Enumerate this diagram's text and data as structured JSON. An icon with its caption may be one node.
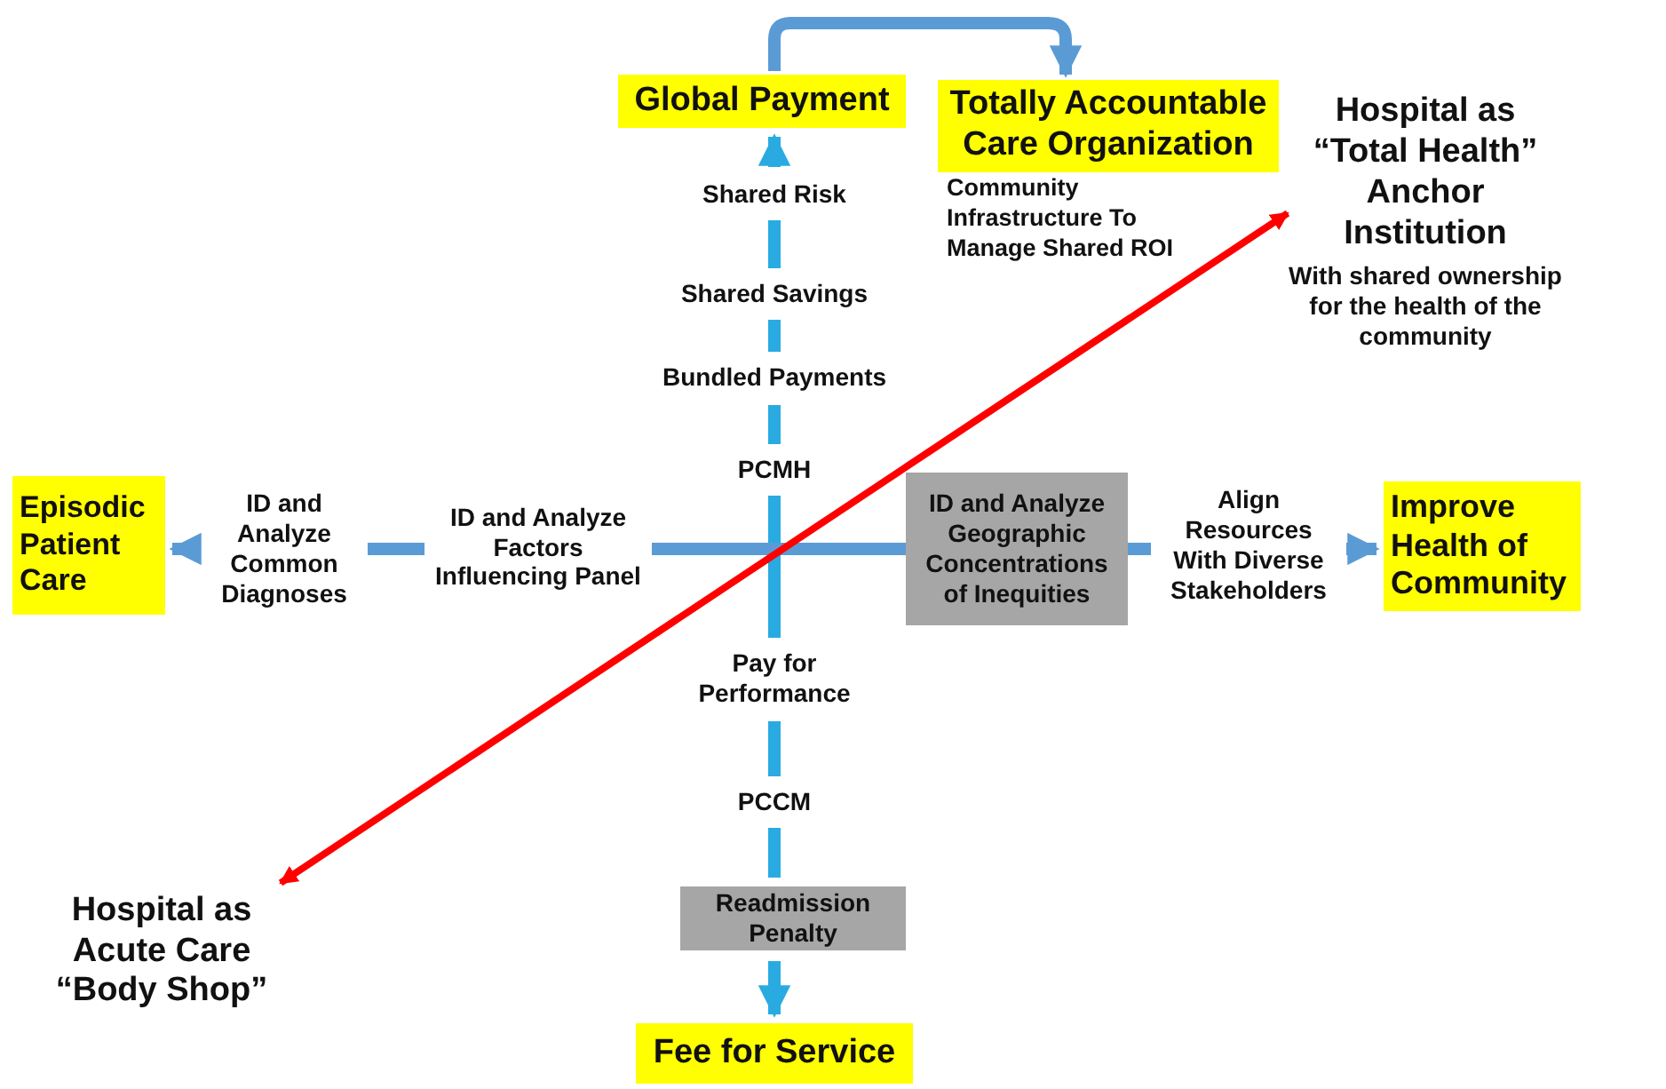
{
  "diagram": {
    "nodes": [
      {
        "text": [
          "Global Payment"
        ]
      },
      {
        "text": [
          "Totally Accountable Care Organization"
        ]
      },
      {
        "text": [
          "Hospital as “Total Health” Anchor Institution",
          "With shared ownership for the health of the community"
        ]
      },
      {
        "text": [
          "Shared Risk"
        ]
      },
      {
        "text": [
          "Shared Savings"
        ]
      },
      {
        "text": [
          "Bundled Payments"
        ]
      },
      {
        "text": [
          "PCMH"
        ]
      },
      {
        "text": [
          "Episodic Patient Care"
        ]
      },
      {
        "text": [
          "ID and Analyze Common Diagnoses"
        ]
      },
      {
        "text": [
          "ID and Analyze Factors Influencing Panel"
        ]
      },
      {
        "text": [
          "ID and Analyze Geographic Concentrations of Inequities"
        ]
      },
      {
        "text": [
          "Align Resources With Diverse Stakeholders"
        ]
      },
      {
        "text": [
          "Improve Health of Community"
        ]
      },
      {
        "text": [
          "Pay for Performance"
        ]
      },
      {
        "text": [
          "PCCM"
        ]
      },
      {
        "text": [
          "Readmission Penalty"
        ]
      },
      {
        "text": [
          "Hospital as Acute Care “Body Shop”"
        ]
      },
      {
        "text": [
          "Fee for Service"
        ]
      }
    ],
    "edges": [
      {
        "from": 0,
        "to": 1,
        "arrow": "to",
        "color": "#5b9bd5"
      },
      {
        "from": 3,
        "to": 0,
        "arrow": "to"
      },
      {
        "from": 3,
        "to": 4,
        "arrow": "none"
      },
      {
        "from": 4,
        "to": 5,
        "arrow": "none"
      },
      {
        "from": 5,
        "to": 6,
        "arrow": "none"
      },
      {
        "from": 6,
        "to": 13,
        "arrow": "none"
      },
      {
        "from": 13,
        "to": 14,
        "arrow": "none"
      },
      {
        "from": 14,
        "to": 15,
        "arrow": "none"
      },
      {
        "from": 15,
        "to": 17,
        "arrow": "to"
      },
      {
        "from": 8,
        "to": 7,
        "arrow": "to",
        "color": "#5b9bd5"
      },
      {
        "from": 8,
        "to": 9,
        "arrow": "none",
        "color": "#5b9bd5"
      },
      {
        "from": 9,
        "to": 10,
        "arrow": "none",
        "color": "#5b9bd5"
      },
      {
        "from": 10,
        "to": 11,
        "arrow": "none",
        "color": "#5b9bd5"
      },
      {
        "from": 11,
        "to": 12,
        "arrow": "to",
        "color": "#5b9bd5"
      },
      {
        "from": 16,
        "to": 2,
        "arrow": "both",
        "color": "#ff0000"
      }
    ],
    "labels": [
      "Community Infrastructure To Manage Shared ROI"
    ]
  }
}
